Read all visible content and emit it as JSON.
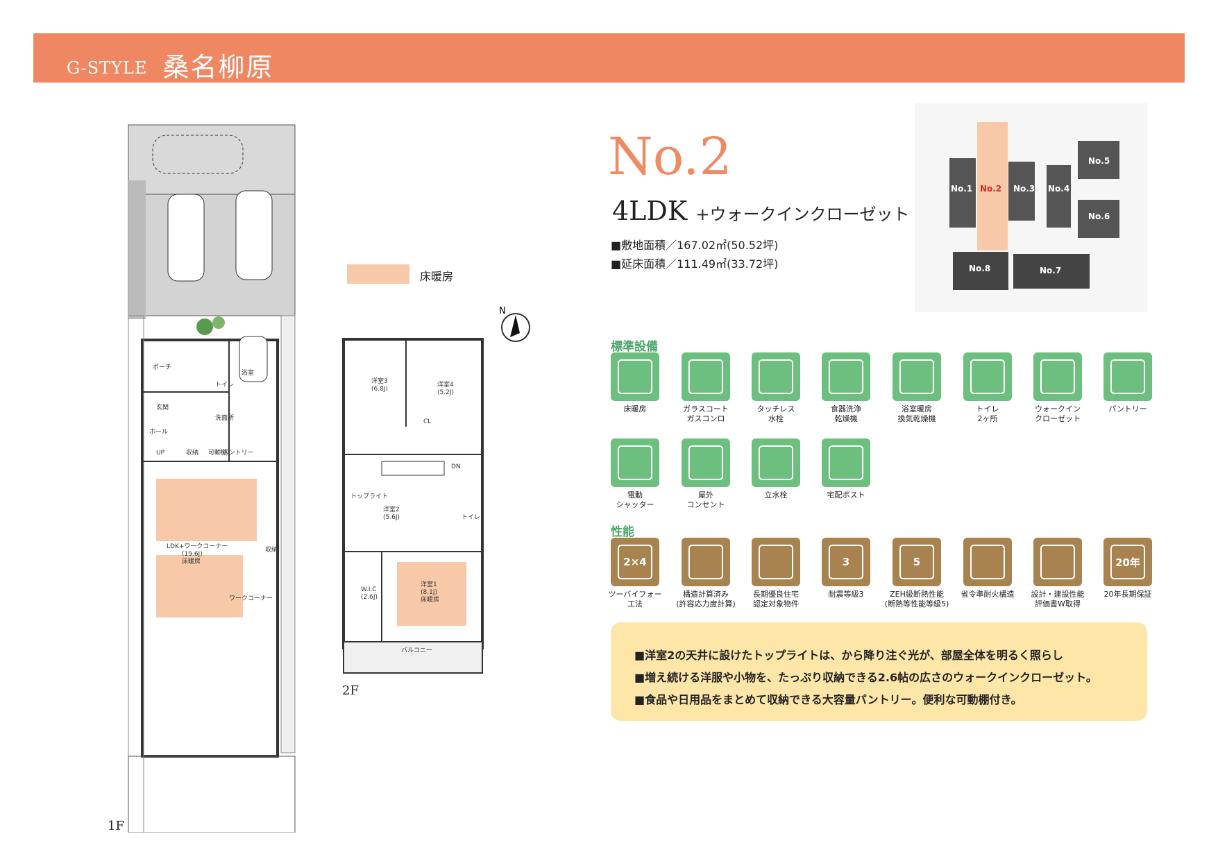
{
  "header": {
    "brand": "G-STYLE",
    "title": "桑名柳原"
  },
  "plan": {
    "number": "No.2",
    "layout": "4LDK",
    "layout_suffix": "+ウォークインクローゼット",
    "site_area": "■敷地面積／167.02㎡(50.52坪)",
    "floor_area": "■延床面積／111.49㎡(33.72坪)"
  },
  "legend": {
    "floor_heating": "床暖房"
  },
  "floors": {
    "first": "1F",
    "second": "2F"
  },
  "rooms_1f": {
    "porch": "ポーチ",
    "toilet": "トイレ",
    "bath": "浴室",
    "entrance": "玄関",
    "washroom": "洗面所",
    "hall": "ホール",
    "up": "UP",
    "storage": "収納",
    "shelf": "可動棚",
    "pantry": "パントリー",
    "ldk": "LDK+ワークコーナー",
    "ldk_size": "(19.6J)",
    "ldk_heat": "床暖房",
    "storage2": "収納",
    "work": "ワークコーナー"
  },
  "rooms_2f": {
    "r3": "洋室3",
    "r3s": "(6.8J)",
    "r4": "洋室4",
    "r4s": "(5.2J)",
    "cl": "CL",
    "top": "トップライト",
    "r2": "洋室2",
    "r2s": "(5.6J)",
    "dn": "DN",
    "toilet": "トイレ",
    "wic": "W.I.C",
    "wics": "(2.6J)",
    "r1": "洋室1",
    "r1s": "(8.1J)",
    "r1h": "床暖房",
    "balcony": "バルコニー"
  },
  "compass": "N",
  "site_lots": [
    "No.1",
    "No.2",
    "No.3",
    "No.4",
    "No.5",
    "No.6",
    "No.8",
    "No.7"
  ],
  "sections": {
    "standard": "標準設備",
    "performance": "性能"
  },
  "standard_items": [
    {
      "icon": "floor-heating-icon",
      "l1": "床暖房",
      "l2": ""
    },
    {
      "icon": "glass-cooktop-icon",
      "l1": "ガラスコート",
      "l2": "ガスコンロ"
    },
    {
      "icon": "touchless-faucet-icon",
      "l1": "タッチレス",
      "l2": "水栓"
    },
    {
      "icon": "dishwasher-icon",
      "l1": "食器洗浄",
      "l2": "乾燥機"
    },
    {
      "icon": "bath-dryer-icon",
      "l1": "浴室暖房",
      "l2": "換気乾燥機"
    },
    {
      "icon": "toilet-icon",
      "l1": "トイレ",
      "l2": "2ヶ所"
    },
    {
      "icon": "walk-in-closet-icon",
      "l1": "ウォークイン",
      "l2": "クローゼット"
    },
    {
      "icon": "pantry-icon",
      "l1": "パントリー",
      "l2": ""
    },
    {
      "icon": "electric-shutter-icon",
      "l1": "電動",
      "l2": "シャッター"
    },
    {
      "icon": "outdoor-outlet-icon",
      "l1": "屋外",
      "l2": "コンセント"
    },
    {
      "icon": "standing-faucet-icon",
      "l1": "立水栓",
      "l2": ""
    },
    {
      "icon": "delivery-box-icon",
      "l1": "宅配ポスト",
      "l2": ""
    }
  ],
  "performance_items": [
    {
      "icon": "two-by-four-icon",
      "glyph": "2×4",
      "l1": "ツーバイフォー",
      "l2": "工法"
    },
    {
      "icon": "structural-calc-icon",
      "glyph": "",
      "l1": "構造計算済み",
      "l2": "(許容応力度計算)"
    },
    {
      "icon": "long-life-house-icon",
      "glyph": "",
      "l1": "長期優良住宅",
      "l2": "認定対象物件"
    },
    {
      "icon": "seismic-grade-icon",
      "glyph": "3",
      "l1": "耐震等級3",
      "l2": ""
    },
    {
      "icon": "zeh-insulation-icon",
      "glyph": "5",
      "l1": "ZEH級断熱性能",
      "l2": "(断熱等性能等級5)"
    },
    {
      "icon": "fire-resistant-icon",
      "glyph": "",
      "l1": "省令準耐火構造",
      "l2": ""
    },
    {
      "icon": "evaluation-doc-icon",
      "glyph": "",
      "l1": "設計・建設性能",
      "l2": "評価書W取得"
    },
    {
      "icon": "warranty-icon",
      "glyph": "20年",
      "l1": "20年長期保証",
      "l2": ""
    }
  ],
  "notes": [
    "■洋室2の天井に設けたトップライトは、から降り注ぐ光が、部屋全体を明るく照らし",
    "■増え続ける洋服や小物を、たっぷり収納できる2.6帖の広さのウォークインクローゼット。",
    "■食品や日用品をまとめて収納できる大容量パントリー。便利な可動棚付き。"
  ],
  "colors": {
    "accent": "#ef8762",
    "heating": "#f8c9a8",
    "green": "#6dbf7f",
    "brown": "#a88350",
    "note_bg": "#fde6a8"
  }
}
